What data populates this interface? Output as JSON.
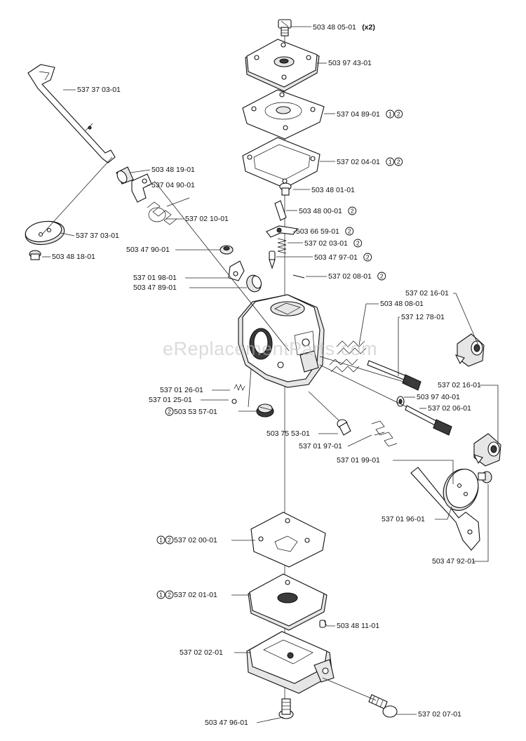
{
  "watermark": "eReplacementParts.com",
  "labels": [
    {
      "id": "L01",
      "text": "503 48 05-01",
      "suffix": " (x2)",
      "marks": []
    },
    {
      "id": "L02",
      "text": "503 97 43-01",
      "marks": []
    },
    {
      "id": "L03",
      "text": "537 37 03-01",
      "marks": []
    },
    {
      "id": "L04",
      "text": "537 04 89-01",
      "marks": [
        "1",
        "2"
      ]
    },
    {
      "id": "L05",
      "text": "537 02 04-01",
      "marks": [
        "1",
        "2"
      ]
    },
    {
      "id": "L06",
      "text": "503 48 19-01",
      "marks": []
    },
    {
      "id": "L07",
      "text": "537 04 90-01",
      "marks": []
    },
    {
      "id": "L08",
      "text": "503 48 01-01",
      "marks": []
    },
    {
      "id": "L09",
      "text": "503 48 00-01",
      "marks": [
        "2"
      ]
    },
    {
      "id": "L10",
      "text": "537 02 10-01",
      "marks": []
    },
    {
      "id": "L11",
      "text": "537 37 03-01",
      "marks": []
    },
    {
      "id": "L12",
      "text": "503 66 59-01",
      "marks": [
        "2"
      ]
    },
    {
      "id": "L13",
      "text": "537 02 03-01",
      "marks": [
        "2"
      ]
    },
    {
      "id": "L14",
      "text": "503 47 90-01",
      "marks": []
    },
    {
      "id": "L15",
      "text": "503 48 18-01",
      "marks": []
    },
    {
      "id": "L16",
      "text": "503 47 97-01",
      "marks": [
        "2"
      ]
    },
    {
      "id": "L17",
      "text": "537 01 98-01",
      "marks": []
    },
    {
      "id": "L18",
      "text": "537 02 08-01",
      "marks": [
        "2"
      ]
    },
    {
      "id": "L19",
      "text": "503 47 89-01",
      "marks": []
    },
    {
      "id": "L20",
      "text": "537 02 16-01",
      "marks": []
    },
    {
      "id": "L21",
      "text": "503 48 08-01",
      "marks": []
    },
    {
      "id": "L22",
      "text": "537 12 78-01",
      "marks": []
    },
    {
      "id": "L23",
      "text": "537 02 16-01",
      "marks": []
    },
    {
      "id": "L24",
      "text": "537 01 26-01",
      "marks": []
    },
    {
      "id": "L25",
      "text": "537 01 25-01",
      "marks": []
    },
    {
      "id": "L26",
      "text": "503 97 40-01",
      "marks": []
    },
    {
      "id": "L27",
      "text": "537 02 06-01",
      "marks": []
    },
    {
      "id": "L28",
      "text": "503 53 57-01",
      "marks": [
        "2"
      ],
      "marksBefore": true
    },
    {
      "id": "L29",
      "text": "503 75 53-01",
      "marks": []
    },
    {
      "id": "L30",
      "text": "537 01 97-01",
      "marks": []
    },
    {
      "id": "L31",
      "text": "537 01 99-01",
      "marks": []
    },
    {
      "id": "L32",
      "text": "537 01 96-01",
      "marks": []
    },
    {
      "id": "L33",
      "text": "537 02 00-01",
      "marks": [
        "1",
        "2"
      ],
      "marksBefore": true
    },
    {
      "id": "L34",
      "text": "503 47 92-01",
      "marks": []
    },
    {
      "id": "L35",
      "text": "537 02 01-01",
      "marks": [
        "1",
        "2"
      ],
      "marksBefore": true
    },
    {
      "id": "L36",
      "text": "503 48 11-01",
      "marks": []
    },
    {
      "id": "L37",
      "text": "537 02 02-01",
      "marks": []
    },
    {
      "id": "L38",
      "text": "503 47 96-01",
      "marks": []
    },
    {
      "id": "L39",
      "text": "537 02 07-01",
      "marks": []
    }
  ]
}
